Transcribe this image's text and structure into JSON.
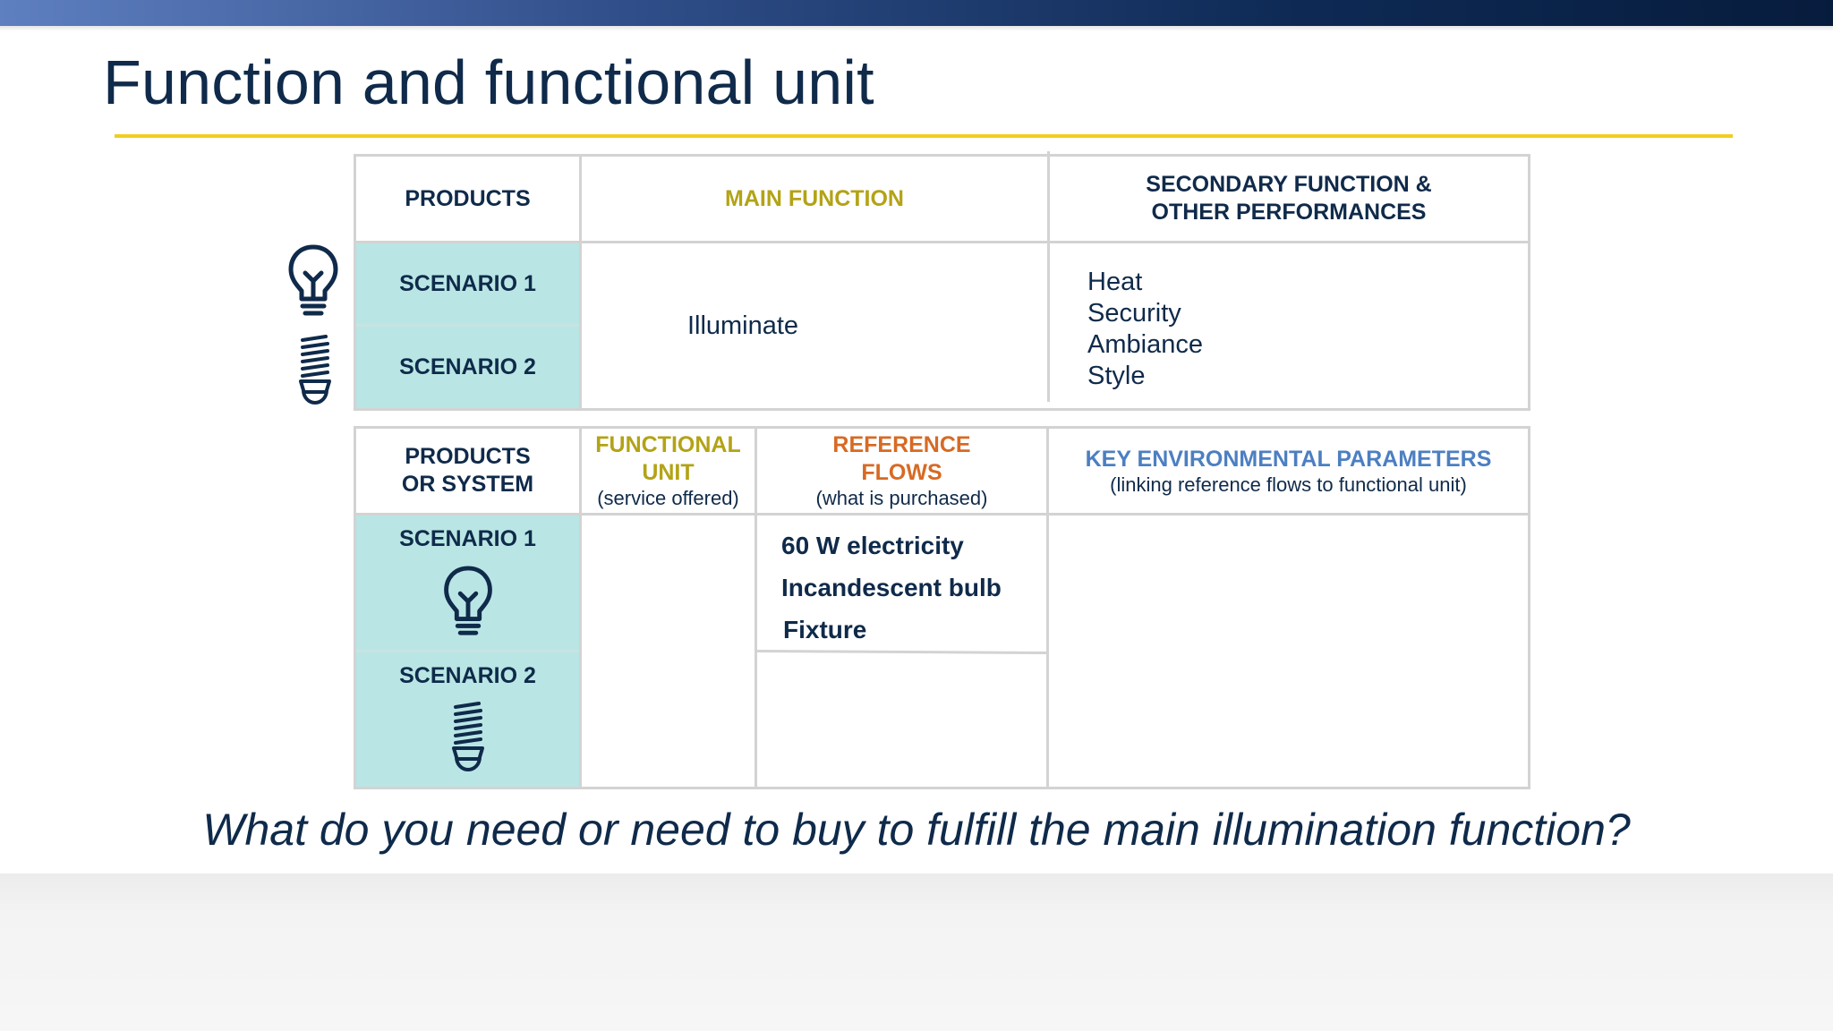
{
  "slide": {
    "title": "Function and functional unit",
    "question": "What do you need or need to buy to fulfill the main illumination function?"
  },
  "colors": {
    "title_rule": "#f2cd1f",
    "scenario_fill": "#b9e6e4",
    "main_function_header": "#b3a316",
    "reference_flows_header": "#d76a24",
    "key_parameters_header": "#4c7fc2",
    "text": "#0f2a4a"
  },
  "table1": {
    "headers": {
      "products": "PRODUCTS",
      "main_function": "MAIN FUNCTION",
      "secondary_line1": "SECONDARY FUNCTION &",
      "secondary_line2": "OTHER PERFORMANCES"
    },
    "rows": {
      "scenario1": "SCENARIO 1",
      "scenario2": "SCENARIO 2"
    },
    "main_function_value": "Illuminate",
    "secondary_values": [
      "Heat",
      "Security",
      "Ambiance",
      "Style"
    ],
    "icons": [
      "incandescent-bulb-icon",
      "cfl-bulb-icon"
    ]
  },
  "table2": {
    "headers": {
      "products_line1": "PRODUCTS",
      "products_line2": "OR SYSTEM",
      "functional_unit_line1": "FUNCTIONAL",
      "functional_unit_line2": "UNIT",
      "functional_unit_sub": "(service offered)",
      "reference_flows_line1": "REFERENCE",
      "reference_flows_line2": "FLOWS",
      "reference_flows_sub": "(what is purchased)",
      "key_params": "KEY ENVIRONMENTAL PARAMETERS",
      "key_params_sub": "(linking reference flows to functional unit)"
    },
    "rows": {
      "scenario1": "SCENARIO 1",
      "scenario2": "SCENARIO 2"
    },
    "scenario1_flows": [
      "60 W electricity",
      "Incandescent bulb",
      "Fixture"
    ],
    "icons": [
      "incandescent-bulb-icon",
      "cfl-bulb-icon"
    ]
  }
}
